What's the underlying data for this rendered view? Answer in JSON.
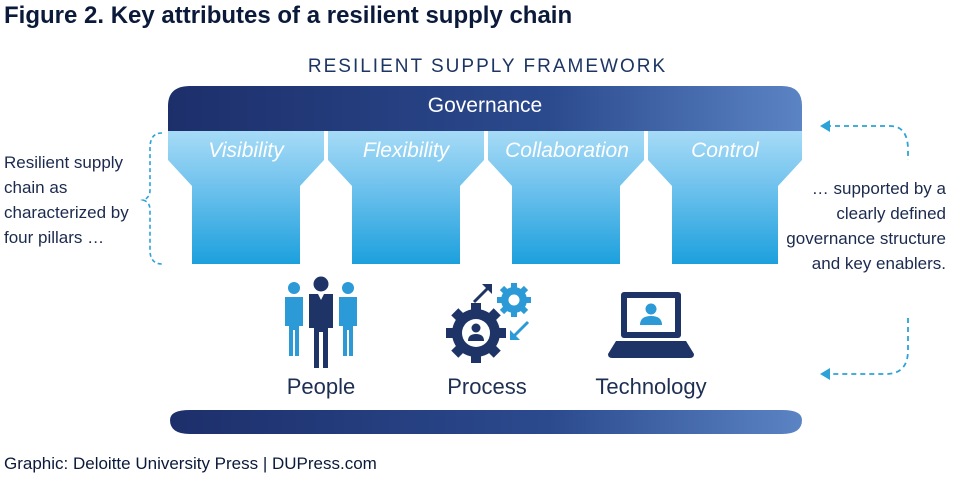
{
  "figure_title": "Figure 2. Key attributes of a resilient supply chain",
  "framework_title": "RESILIENT SUPPLY FRAMEWORK",
  "governance_label": "Governance",
  "pillars": [
    {
      "label": "Visibility"
    },
    {
      "label": "Flexibility"
    },
    {
      "label": "Collaboration"
    },
    {
      "label": "Control"
    }
  ],
  "left_text": "Resilient supply chain as characterized by four pillars …",
  "right_text": "… supported by a clearly defined governance structure and key enablers.",
  "enablers": [
    {
      "label": "People",
      "icon": "people-icon"
    },
    {
      "label": "Process",
      "icon": "gears-icon"
    },
    {
      "label": "Technology",
      "icon": "laptop-icon"
    }
  ],
  "source": "Graphic: Deloitte University Press  |  DUPress.com",
  "colors": {
    "governance_dark": "#1d2f6b",
    "governance_light": "#5b84c4",
    "pillar_top": "#9fd8f5",
    "pillar_bottom": "#1da3de",
    "icon_navy": "#1e3466",
    "icon_blue": "#2b9ad6",
    "dashed": "#2ba3d6"
  }
}
